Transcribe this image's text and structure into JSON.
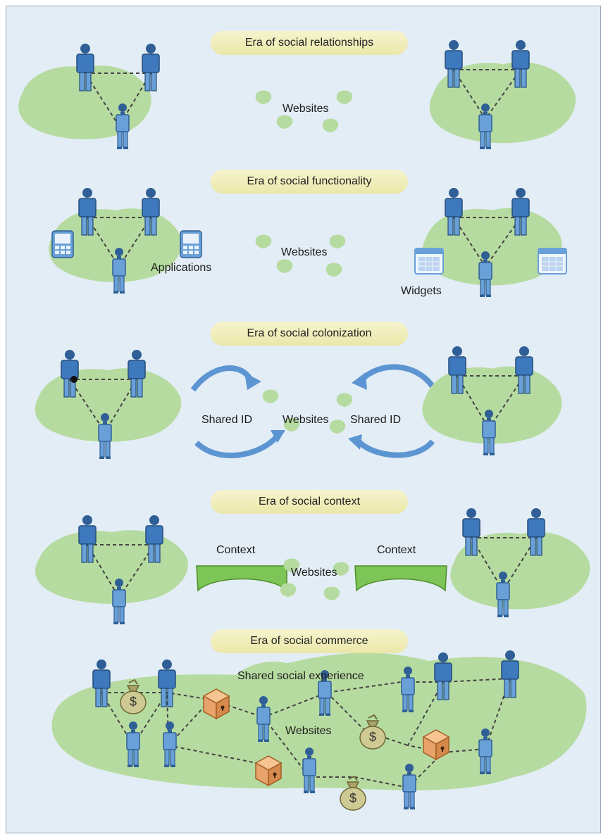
{
  "eras": [
    {
      "title": "Era of social relationships",
      "labels": {
        "websites": "Websites"
      }
    },
    {
      "title": "Era of social functionality",
      "labels": {
        "websites": "Websites",
        "applications": "Applications",
        "widgets": "Widgets"
      }
    },
    {
      "title": "Era of social colonization",
      "labels": {
        "websites": "Websites",
        "shared_id_left": "Shared ID",
        "shared_id_right": "Shared ID"
      }
    },
    {
      "title": "Era of social context",
      "labels": {
        "websites": "Websites",
        "context_left": "Context",
        "context_right": "Context"
      }
    },
    {
      "title": "Era of social commerce",
      "labels": {
        "websites": "Websites",
        "shared_experience": "Shared social experience",
        "currency_symbol": "$"
      }
    }
  ],
  "colors": {
    "background": "#e3edf5",
    "land": "#b6dba0",
    "person": "#6aa0d8",
    "pill": "#efeab2",
    "arrow": "#5c95d2",
    "bridge": "#7cc556",
    "box": "#e8a36a",
    "money_bag": "#c9c48c"
  }
}
